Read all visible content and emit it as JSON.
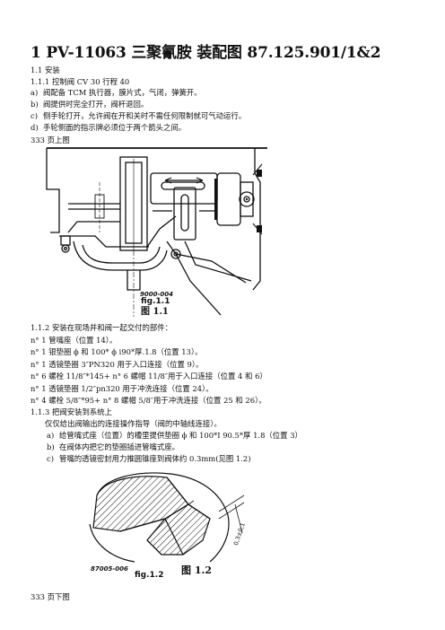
{
  "title": "1 PV-11063 三聚氰胺 装配图 87.125.901/1&2",
  "lines": {
    "s11": "1.1    安装",
    "s111": "1.1.1  控制阀 CV 30 行程 40",
    "a1_lbl": "a)",
    "a1": "阀配备 TCM 执行器，膜片式，气闭，弹簧开。",
    "b1_lbl": "b)",
    "b1": "阀提供时完全打开，阀杆退回。",
    "c1_lbl": "c)",
    "c1": "侧手轮打开，允许阀在开和关时不需任何限制就可气动运行。",
    "d1_lbl": "d)",
    "d1": "手轮侧面的指示牌必须位于两个箭头之间。",
    "ref_top": "333 页上图",
    "s112": "1.1.2  安装在现场并和阀一起交付的部件：",
    "p1": "n° 1  管嘴座（位置 14）。",
    "p2": "n° 1  银垫圈 ϕ 和 100* ϕ i90*厚.1.8（位置 13）。",
    "p3": "n° 1  透镜垫圈 3″PN320 用于入口连接（位置 9）。",
    "p4": "n° 6  螺栓 11/8″*145+ n° 6 螺帽 11/8″用于入口连接（位置 4  和 6）",
    "p5": "n° 1  透镜垫圈 1/2″pn320 用于冲洗连接（位置 24）。",
    "p6": "n° 4  螺栓 5/8″*95+ n° 8 螺帽  5/8″用于冲洗连接（位置 25  和 26）。",
    "s113": "1.1.3  把阀安装到系统上",
    "intro": "仅仅给出阀输出的连接操作指导（阀的中轴线连接）。",
    "a2_lbl": "a)",
    "a2": "给管嘴式座（位置）的槽里提供垫圈 ϕ 和 100*I 90.5*厚 1.8（位置 3）",
    "b2_lbl": "b)",
    "b2": "在阀体内把它的垫圈插进管嘴式座。",
    "c2_lbl": "c)",
    "c2": "管嘴的透镜密封用力推圆锥座到阀体约 0.3mm(见图 1.2)",
    "ref_bottom": "333 页下图"
  },
  "figure1": {
    "code": "9000-004",
    "label": "fig.1.1",
    "label_cn": "图 1.1"
  },
  "figure2": {
    "code": "87005-006",
    "label": "fig.1.2",
    "label_cn": "图 1.2",
    "dimension": "0,3±0,1"
  }
}
